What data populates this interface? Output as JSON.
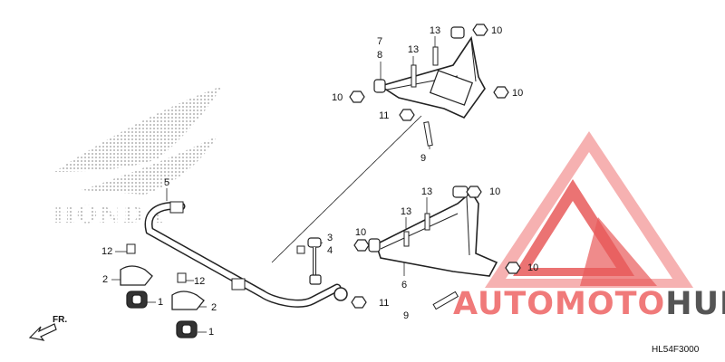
{
  "watermark": {
    "brand_text": "HONDA",
    "site_prefix": "AUTOMOTO",
    "site_suffix": "HUB",
    "colors": {
      "logo_red": "#e85a5a",
      "logo_pink": "#f4a3a3",
      "hub_gray": "#555555"
    }
  },
  "diagram_code": "HL54F3000",
  "direction_label": "FR.",
  "parts": [
    {
      "ref": "1",
      "label": "1"
    },
    {
      "ref": "2",
      "label": "2"
    },
    {
      "ref": "3",
      "label": "3"
    },
    {
      "ref": "4",
      "label": "4"
    },
    {
      "ref": "5",
      "label": "5"
    },
    {
      "ref": "6",
      "label": "6"
    },
    {
      "ref": "7",
      "label": "7"
    },
    {
      "ref": "8",
      "label": "8"
    },
    {
      "ref": "9",
      "label": "9"
    },
    {
      "ref": "10",
      "label": "10"
    },
    {
      "ref": "11",
      "label": "11"
    },
    {
      "ref": "12",
      "label": "12"
    },
    {
      "ref": "13",
      "label": "13"
    }
  ],
  "callouts": {
    "c1a": "1",
    "c1b": "1",
    "c2a": "2",
    "c2b": "2",
    "c3": "3",
    "c4": "4",
    "c5": "5",
    "c6": "6",
    "c7": "7",
    "c8": "8",
    "c9a": "9",
    "c9b": "9",
    "c10a": "10",
    "c10b": "10",
    "c10c": "10",
    "c10d": "10",
    "c10e": "10",
    "c10f": "10",
    "c11a": "11",
    "c11b": "11",
    "c12a": "12",
    "c12b": "12",
    "c13a": "13",
    "c13b": "13",
    "c13c": "13",
    "c13d": "13"
  },
  "icons": {
    "direction": "arrow-icon",
    "fastener": "nut-icon"
  }
}
